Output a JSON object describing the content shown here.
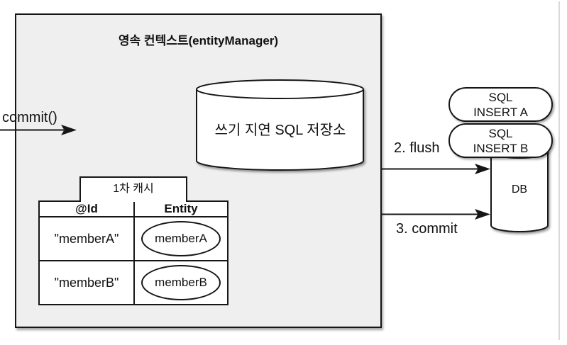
{
  "persistence_context": {
    "title": "영속 컨텍스트(entityManager)"
  },
  "commit_in": {
    "label": "commit()"
  },
  "sql_store": {
    "label": "쓰기 지연 SQL 저장소"
  },
  "cache": {
    "label": "1차 캐시",
    "table": {
      "headers": [
        "@Id",
        "Entity"
      ],
      "rows": [
        {
          "id": "\"memberA\"",
          "entity": "memberA"
        },
        {
          "id": "\"memberB\"",
          "entity": "memberB"
        }
      ]
    }
  },
  "flow": {
    "flush": {
      "label": "2. flush"
    },
    "commit": {
      "label": "3. commit"
    }
  },
  "sql_queue": [
    {
      "line1": "SQL",
      "line2": "INSERT A"
    },
    {
      "line1": "SQL",
      "line2": "INSERT B"
    }
  ],
  "db": {
    "label": "DB"
  },
  "colors": {
    "stroke": "#161616",
    "box_fill": "#efefef",
    "shape_fill": "#ffffff",
    "page_edge": "#d9d9d9"
  }
}
